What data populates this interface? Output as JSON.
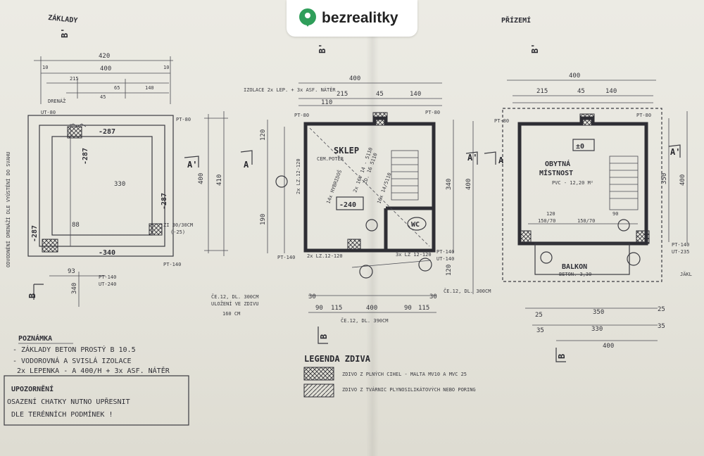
{
  "brand": {
    "name": "bezrealitky",
    "icon": "location-pin-icon",
    "color": "#2f9e5a"
  },
  "plans": {
    "foundations": {
      "title": "ZÁKLADY",
      "dims_top": [
        "420",
        "400",
        "215",
        "65",
        "140",
        "45",
        "10",
        "10"
      ],
      "dims_right": [
        "400",
        "410"
      ],
      "dims_bottom": [
        "93",
        "340"
      ],
      "level_labels": [
        "-287",
        "-287",
        "-287",
        "-287",
        "-340"
      ],
      "inner_dim": "330",
      "small_dim": "88",
      "tags": [
        "PT-80",
        "UT-80",
        "PT-140",
        "UT-240",
        "PT-140"
      ],
      "note_left": "ODVODNĚNÍ DRENÁŽÍ DLE VYÚSTĚNÍ DO SVAHU",
      "drain": "DRENÁŽ",
      "zi": "ZI 30/30CM",
      "zi_sub": "(-25)",
      "section": "A",
      "section_prime": "A'",
      "section_b": "B",
      "section_b_prime": "B'"
    },
    "basement": {
      "label": "SKLEP",
      "sub": "CEM.POTĚR",
      "level": "-240",
      "wc": "WC",
      "izolace": "IZOLACE 2x LEP. + 3x ASF. NÁTĚR",
      "dims_top": [
        "110",
        "215",
        "45",
        "140"
      ],
      "dims_left": [
        "120",
        "190"
      ],
      "dims_right": [
        "340",
        "400",
        "120"
      ],
      "dims_bottom": [
        "30",
        "90",
        "115",
        "400",
        "90",
        "115",
        "30"
      ],
      "tags": [
        "PT-80",
        "PT-80",
        "PT-140",
        "UT-140",
        "PT-140"
      ],
      "lintel_1": "2x LZ.12-120",
      "lintel_2": "2x LZ.12-120",
      "lintel_3": "3x LZ 12-120",
      "beam_left": "ČE.12, DL. 300CM",
      "beam_left_sub": "ULOŽENÍ VE ZDIVU",
      "beam_left_len": "160 CM",
      "beam_right": "ČE.12, DL. 300CM",
      "beam_bottom": "ČE.12, DL. 390CM",
      "stair_1": "14x HYBRIDOŠ",
      "stair_2": "2x 16V 14 - 5110",
      "stair_3": "ZD. 16 5110",
      "stair_4": "16x 14/5110"
    },
    "ground": {
      "title": "PŘÍZEMÍ",
      "room": "OBYTNÁ",
      "room_2": "MÍSTNOST",
      "room_sub": "PVC - 12,20 M²",
      "level": "±0",
      "balcony": "BALKON",
      "balcony_sub": "BETON. 3,30",
      "dims_top": [
        "400",
        "215",
        "45",
        "140"
      ],
      "dims_bottom": [
        "25",
        "350",
        "25",
        "35",
        "330",
        "35",
        "400"
      ],
      "dims_right": [
        "350",
        "400"
      ],
      "window_1": "120",
      "window_2": "150/70",
      "window_3": "150/70",
      "window_4": "90",
      "tags": [
        "PT-80",
        "PT-80",
        "PT-140",
        "UT-235"
      ],
      "jakl": "JÄKL"
    }
  },
  "note": {
    "title": "POZNÁMKA",
    "lines": [
      "- ZÁKLADY BETON PROSTÝ B 10.5",
      "- VODOROVNÁ A SVISLÁ IZOLACE",
      "2x LEPENKA - A 400/H + 3x ASF. NÁTĚR"
    ]
  },
  "warning": {
    "title": "UPOZORNĚNÍ",
    "lines": [
      "OSAZENÍ CHATKY NUTNO UPŘESNIT",
      "DLE TERÉNNÍCH PODMÍNEK !"
    ]
  },
  "legend": {
    "title": "LEGENDA ZDIVA",
    "items": [
      {
        "label": "ZDIVO Z PLNÝCH CIHEL - MALTA MV10 A MVC 25",
        "pattern": "crosshatch"
      },
      {
        "label": "ZDIVO Z TVÁRNIC PLYNOSILIKÁTOVÝCH NEBO PORING",
        "pattern": "diagonal"
      }
    ]
  },
  "colors": {
    "paper": "#e9e8e1",
    "ink": "#3a3a40"
  }
}
